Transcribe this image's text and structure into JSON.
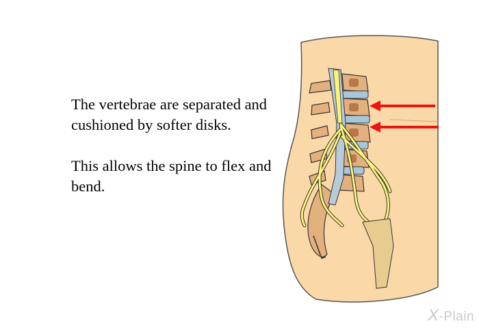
{
  "caption": {
    "line1": "The vertebrae are separated and cushioned by softer disks.",
    "line2": "This allows the spine to flex and bend."
  },
  "logo": {
    "mark": "X",
    "name": "-Plain"
  },
  "colors": {
    "skin": "#fbd8a8",
    "skin_outline": "#555555",
    "vertebra": "#e3b17e",
    "vertebra_dark": "#b8794a",
    "disk": "#a9c7d8",
    "cord": "#b9cbd8",
    "nerve": "#fbf47a",
    "arrow": "#e8160e"
  }
}
